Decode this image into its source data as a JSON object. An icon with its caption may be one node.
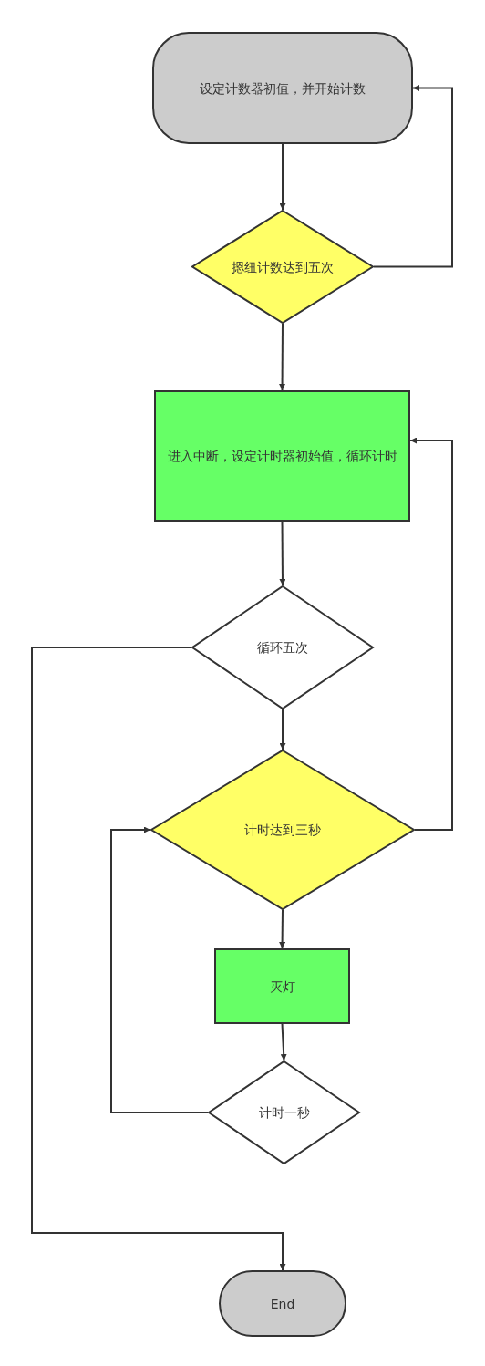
{
  "diagram": {
    "nodes": [
      {
        "text": [
          "设定计数器初值，并开始计数"
        ]
      },
      {
        "text": [
          "摁纽计数达到五次"
        ]
      },
      {
        "text": [
          "进入中断，设定计时器初始值，循环计时"
        ]
      },
      {
        "text": [
          "循环五次"
        ]
      },
      {
        "text": [
          "计时达到三秒"
        ]
      },
      {
        "text": [
          "灭灯"
        ]
      },
      {
        "text": [
          "计时一秒"
        ]
      },
      {
        "text": [
          "End"
        ]
      }
    ],
    "edges": [
      {
        "from": 0,
        "to": 1,
        "arrow": "to"
      },
      {
        "from": 1,
        "to": 0,
        "arrow": "to"
      },
      {
        "from": 1,
        "to": 2,
        "arrow": "to"
      },
      {
        "from": 2,
        "to": 3,
        "arrow": "to"
      },
      {
        "from": 3,
        "to": 4,
        "arrow": "to"
      },
      {
        "from": 4,
        "to": 2,
        "arrow": "to"
      },
      {
        "from": 4,
        "to": 5,
        "arrow": "to"
      },
      {
        "from": 5,
        "to": 6,
        "arrow": "to"
      },
      {
        "from": 6,
        "to": 4,
        "arrow": "to"
      },
      {
        "from": 3,
        "to": 7,
        "arrow": "to"
      }
    ]
  }
}
